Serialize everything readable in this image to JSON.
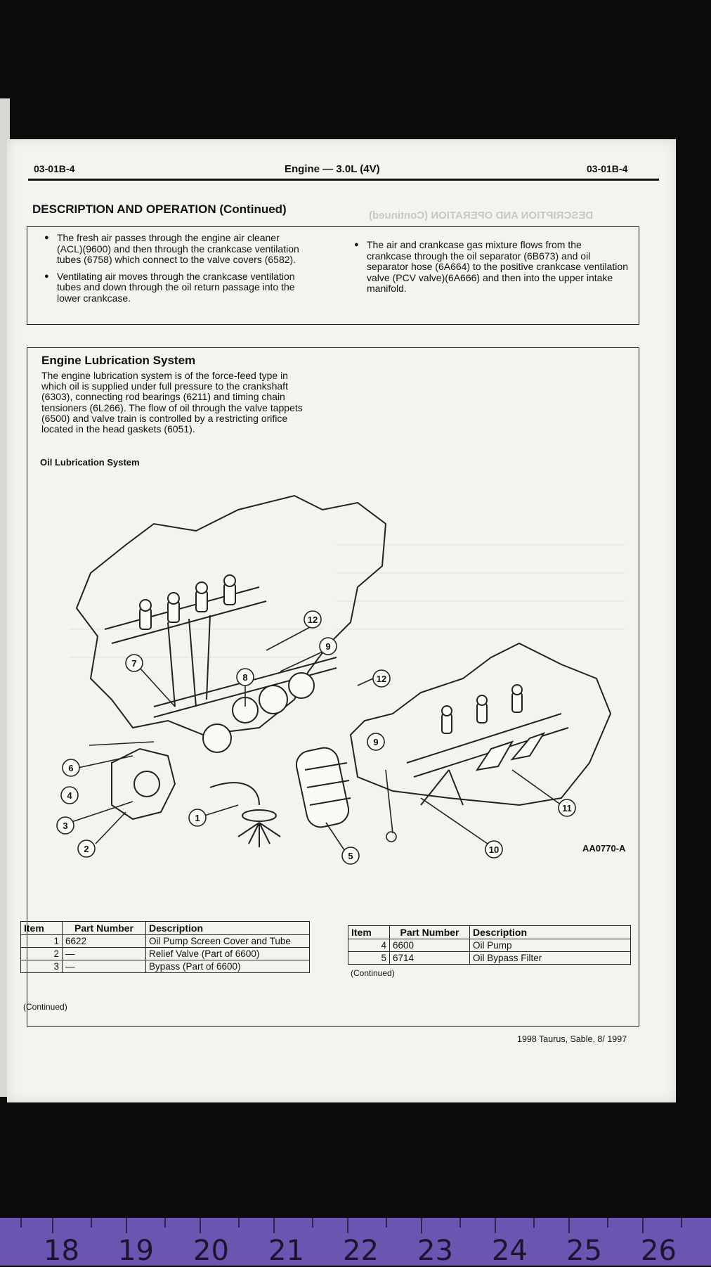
{
  "header": {
    "left_code": "03-01B-4",
    "center_title": "Engine — 3.0L (4V)",
    "right_code": "03-01B-4"
  },
  "section_title": "DESCRIPTION AND OPERATION (Continued)",
  "ghost_title": "DESCRIPTION AND OPERATION (Continued)",
  "bullets_left": [
    "The fresh air passes through the engine air cleaner (ACL)(9600) and then through the crankcase ventilation tubes (6758) which connect to the valve covers (6582).",
    "Ventilating air moves through the crankcase ventilation tubes and down through the oil return passage into the lower crankcase."
  ],
  "bullets_right": [
    "The air and crankcase gas mixture flows from the crankcase through the oil separator (6B673) and oil separator hose (6A664) to the positive crankcase ventilation valve (PCV valve)(6A666) and then into the upper intake manifold."
  ],
  "lubrication": {
    "title": "Engine Lubrication System",
    "text": "The engine lubrication system is of the force-feed type in which oil is supplied under full pressure to the crankshaft (6303), connecting rod bearings (6211) and timing chain tensioners (6L266). The flow of oil through the valve tappets (6500) and valve train is controlled by a restricting orifice located in the head gaskets (6051).",
    "figure_caption": "Oil Lubrication System",
    "figure_id": "AA0770-A",
    "callouts": [
      "1",
      "2",
      "3",
      "4",
      "5",
      "6",
      "7",
      "8",
      "9",
      "9",
      "10",
      "11",
      "12",
      "12"
    ]
  },
  "table_left": {
    "headers": [
      "Item",
      "Part Number",
      "Description"
    ],
    "rows": [
      [
        "1",
        "6622",
        "Oil Pump Screen Cover and Tube"
      ],
      [
        "2",
        "—",
        "Relief Valve (Part of 6600)"
      ],
      [
        "3",
        "—",
        "Bypass (Part of 6600)"
      ]
    ],
    "continued": "(Continued)"
  },
  "table_right": {
    "headers": [
      "Item",
      "Part Number",
      "Description"
    ],
    "rows": [
      [
        "4",
        "6600",
        "Oil Pump"
      ],
      [
        "5",
        "6714",
        "Oil Bypass Filter"
      ]
    ],
    "continued": "(Continued)"
  },
  "footer": "1998 Taurus, Sable, 8/ 1997",
  "ruler_numbers": [
    "18",
    "19",
    "20",
    "21",
    "22",
    "23",
    "24",
    "25",
    "26"
  ]
}
